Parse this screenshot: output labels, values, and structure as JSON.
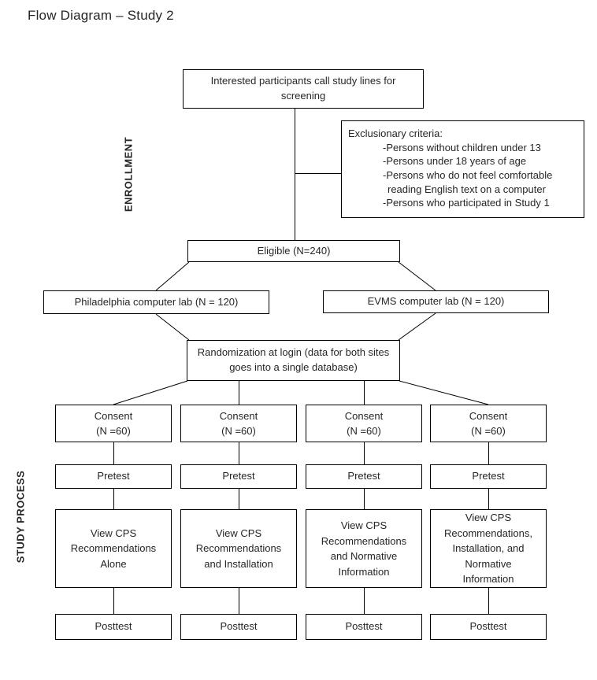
{
  "title": "Flow Diagram – Study 2",
  "colors": {
    "line": "#000000",
    "text": "#262626",
    "background": "#ffffff"
  },
  "section_labels": {
    "enrollment": "ENROLLMENT",
    "study_process": "STUDY PROCESS"
  },
  "enrollment": {
    "screening": "Interested participants call study lines for screening",
    "exclusion": {
      "heading": "Exclusionary criteria:",
      "items": [
        "-Persons without children under 13",
        "-Persons under 18 years of age",
        "-Persons who do not feel comfortable reading English text on a computer",
        "-Persons who participated in Study 1"
      ]
    },
    "eligible": "Eligible (N=240)",
    "sites": [
      "Philadelphia computer lab (N = 120)",
      "EVMS computer lab (N = 120)"
    ],
    "randomization": "Randomization at login (data for both sites goes into a single database)"
  },
  "study_process": {
    "columns": [
      {
        "consent_label": "Consent",
        "consent_n": "(N =60)",
        "pretest": "Pretest",
        "intervention": "View CPS Recommendations Alone",
        "posttest": "Posttest"
      },
      {
        "consent_label": "Consent",
        "consent_n": "(N =60)",
        "pretest": "Pretest",
        "intervention": "View CPS Recommendations and Installation",
        "posttest": "Posttest"
      },
      {
        "consent_label": "Consent",
        "consent_n": "(N =60)",
        "pretest": "Pretest",
        "intervention": "View CPS Recommendations and Normative Information",
        "posttest": "Posttest"
      },
      {
        "consent_label": "Consent",
        "consent_n": "(N =60)",
        "pretest": "Pretest",
        "intervention": "View CPS Recommendations, Installation, and Normative Information",
        "posttest": "Posttest"
      }
    ]
  }
}
